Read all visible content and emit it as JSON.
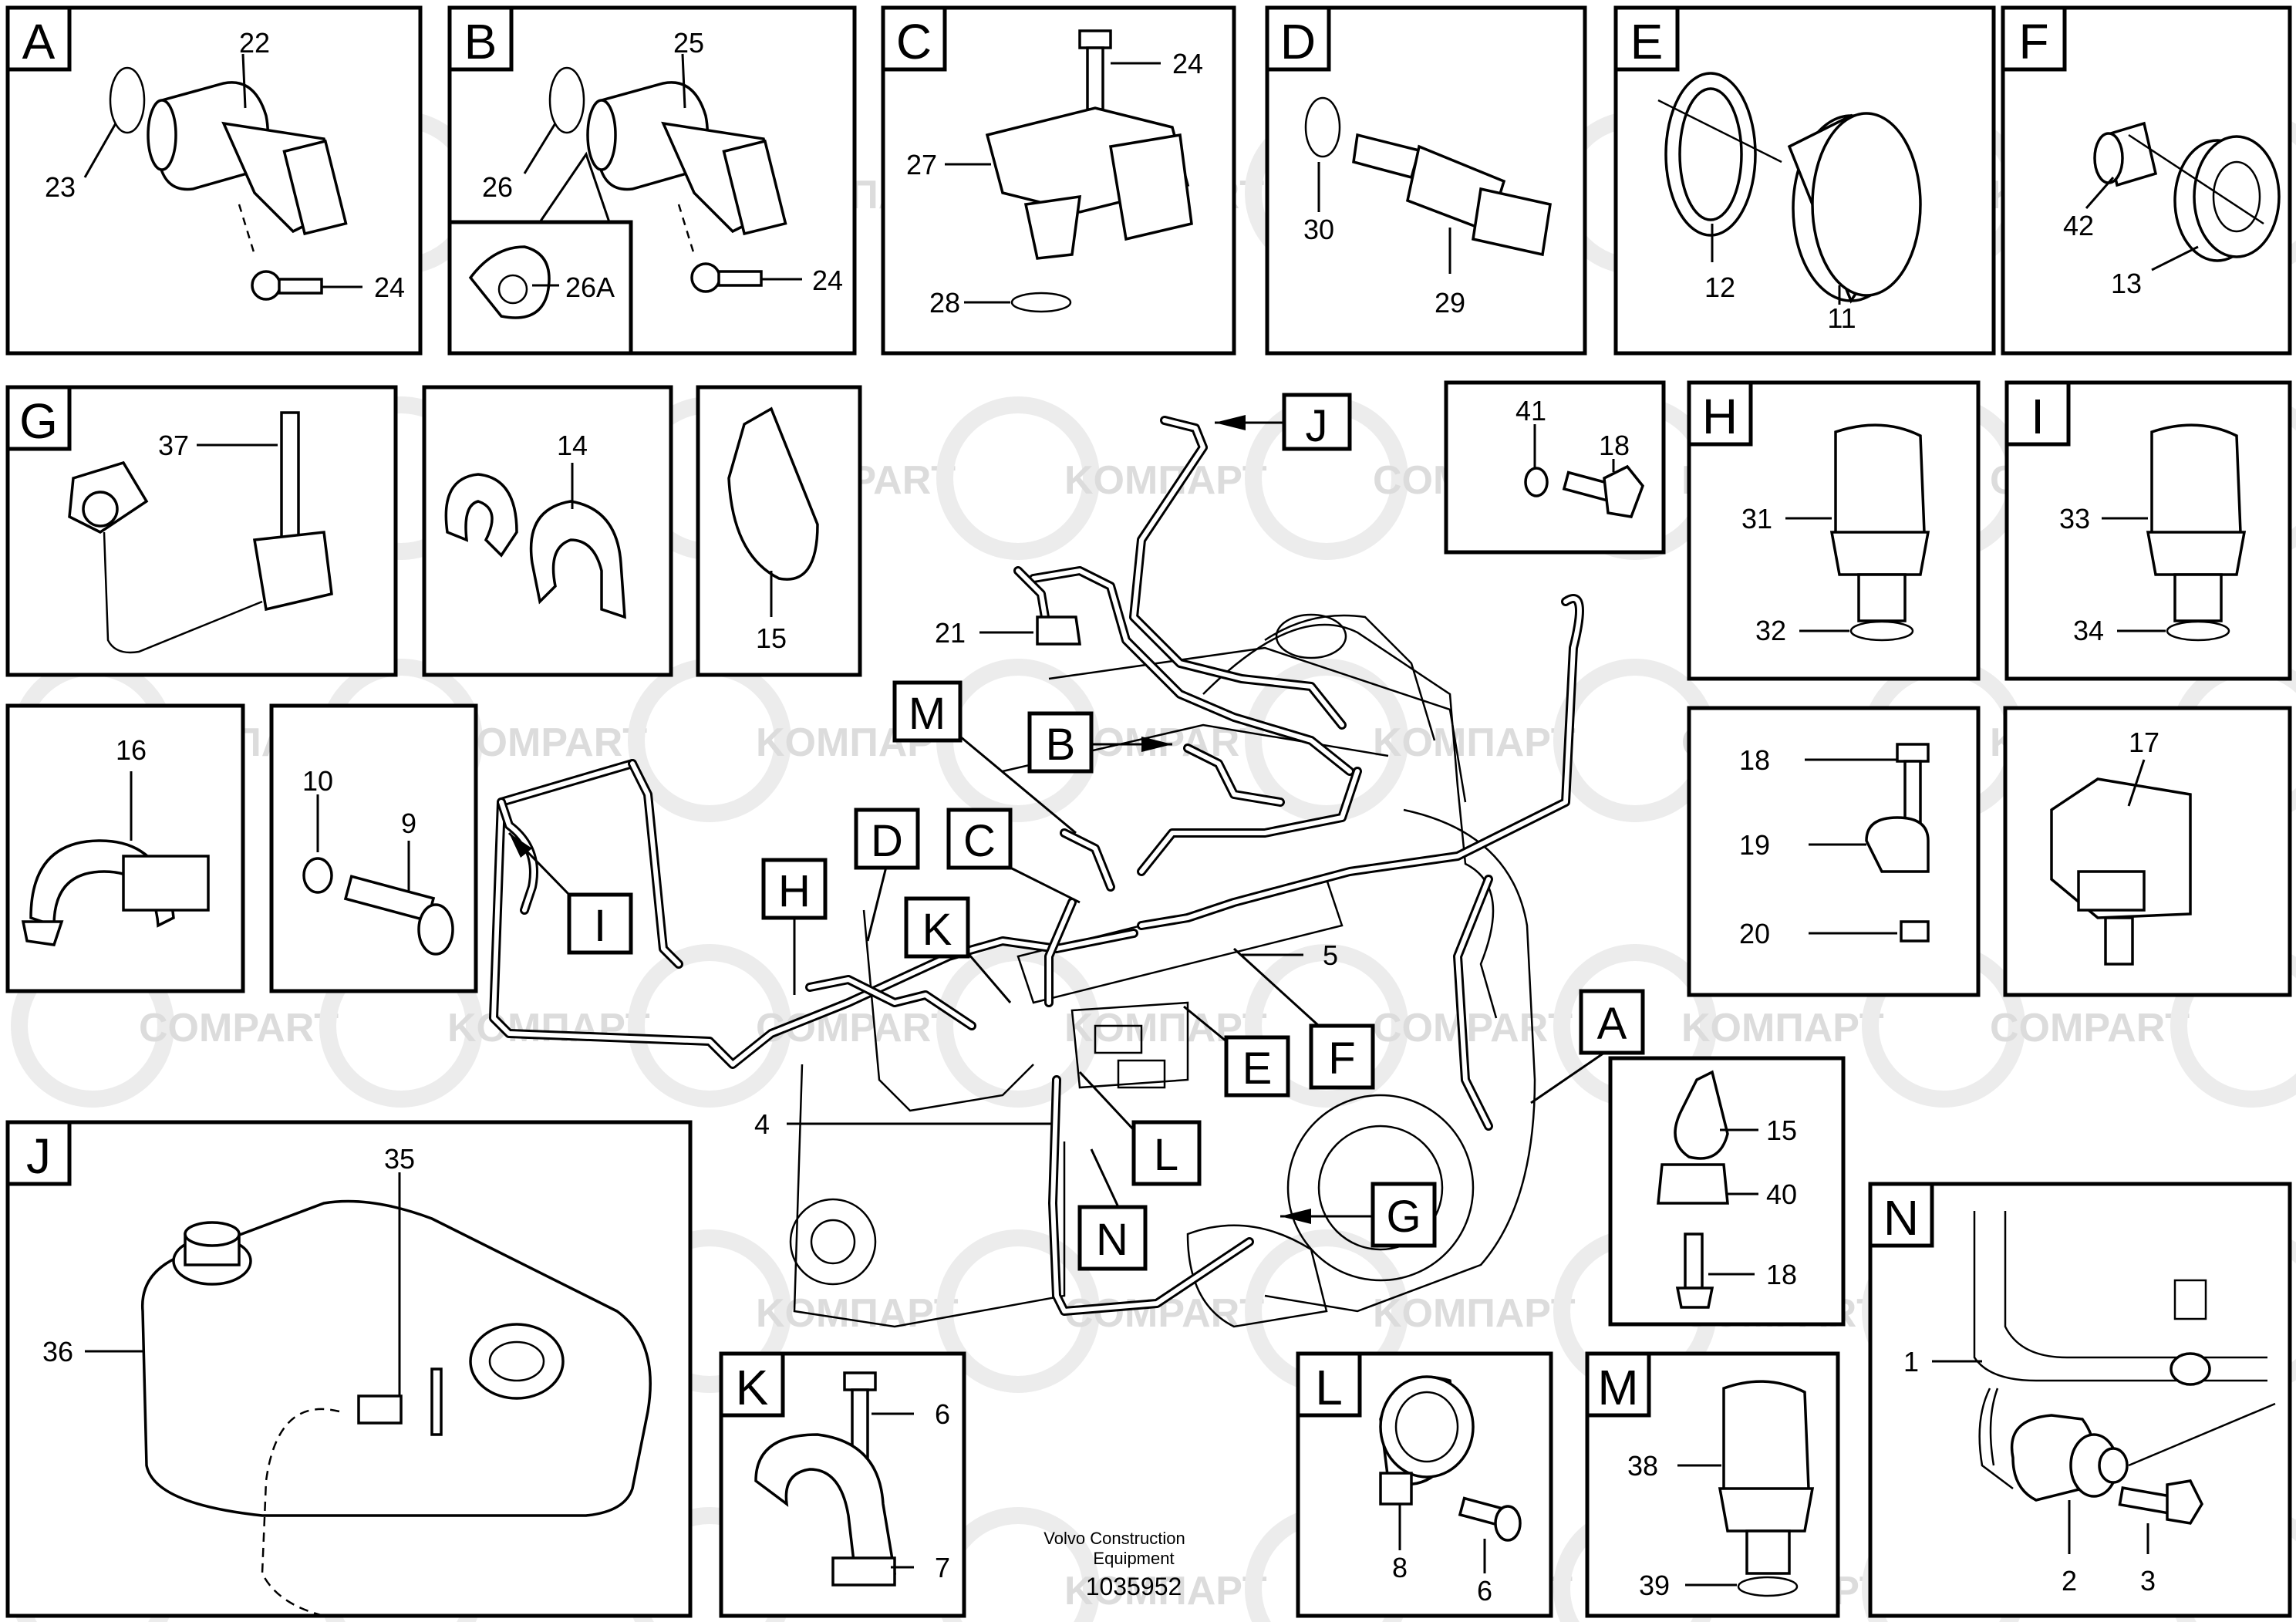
{
  "footer": {
    "brand_line1": "Volvo Construction",
    "brand_line2": "Equipment",
    "drawing_number": "1035952"
  },
  "watermarks": [
    "KOMПAPT",
    "COMPART"
  ],
  "panels": {
    "A": {
      "letter": "A",
      "parts": [
        "22",
        "23",
        "24"
      ]
    },
    "B": {
      "letter": "B",
      "parts": [
        "25",
        "26",
        "26A",
        "24"
      ]
    },
    "C": {
      "letter": "C",
      "parts": [
        "24",
        "27",
        "28"
      ]
    },
    "D": {
      "letter": "D",
      "parts": [
        "30",
        "29"
      ]
    },
    "E": {
      "letter": "E",
      "parts": [
        "12",
        "11"
      ]
    },
    "F": {
      "letter": "F",
      "parts": [
        "42",
        "13"
      ]
    },
    "G": {
      "letter": "G",
      "parts": [
        "37"
      ]
    },
    "P14": {
      "parts": [
        "14"
      ]
    },
    "P15": {
      "parts": [
        "15"
      ]
    },
    "P41": {
      "parts": [
        "41",
        "18"
      ]
    },
    "H": {
      "letter": "H",
      "parts": [
        "31",
        "32"
      ]
    },
    "I": {
      "letter": "I",
      "parts": [
        "33",
        "34"
      ]
    },
    "P16": {
      "parts": [
        "16"
      ]
    },
    "P10": {
      "parts": [
        "10",
        "9"
      ]
    },
    "P18": {
      "parts": [
        "18",
        "19",
        "20"
      ]
    },
    "P17": {
      "parts": [
        "17"
      ]
    },
    "P15b": {
      "parts": [
        "15",
        "40",
        "18"
      ]
    },
    "J": {
      "letter": "J",
      "parts": [
        "35",
        "36"
      ]
    },
    "K": {
      "letter": "K",
      "parts": [
        "6",
        "7"
      ]
    },
    "L": {
      "letter": "L",
      "parts": [
        "8",
        "6"
      ]
    },
    "M": {
      "letter": "M",
      "parts": [
        "38",
        "39"
      ]
    },
    "N": {
      "letter": "N",
      "parts": [
        "1",
        "2",
        "3"
      ]
    }
  },
  "main": {
    "callouts": [
      "J",
      "B",
      "M",
      "D",
      "C",
      "H",
      "I",
      "K",
      "E",
      "F",
      "A",
      "L",
      "N",
      "G"
    ],
    "parts": [
      "21",
      "5",
      "4"
    ]
  }
}
